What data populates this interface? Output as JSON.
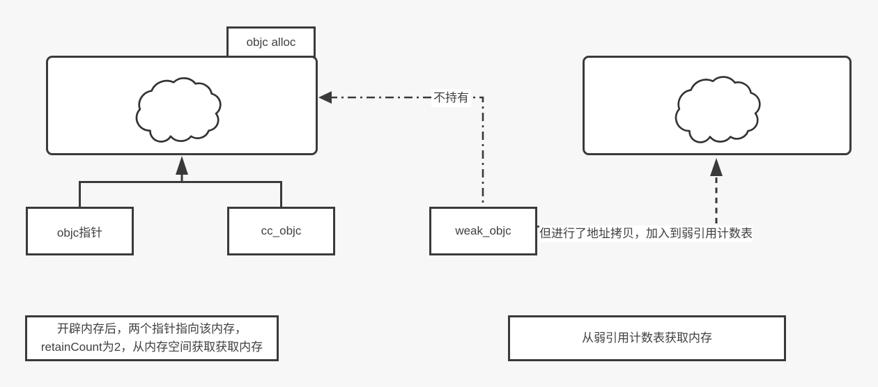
{
  "diagram": {
    "colors": {
      "background": "#f7f7f7",
      "stroke": "#3a3a3a",
      "node_fill": "#ffffff",
      "text": "#3f3f3f"
    },
    "alloc_flow": {
      "tab": "objc alloc",
      "pointers": [
        {
          "label": "objc指针"
        },
        {
          "label": "cc_objc"
        }
      ],
      "caption_line1": "开辟内存后，两个指针指向该内存，",
      "caption_line2": "retainCount为2，从内存空间获取获取内存"
    },
    "weak_flow": {
      "weak_box": "weak_objc",
      "edge_label": "不持有",
      "note": "但进行了地址拷贝，加入到弱引用计数表",
      "caption": "从弱引用计数表获取内存"
    }
  }
}
